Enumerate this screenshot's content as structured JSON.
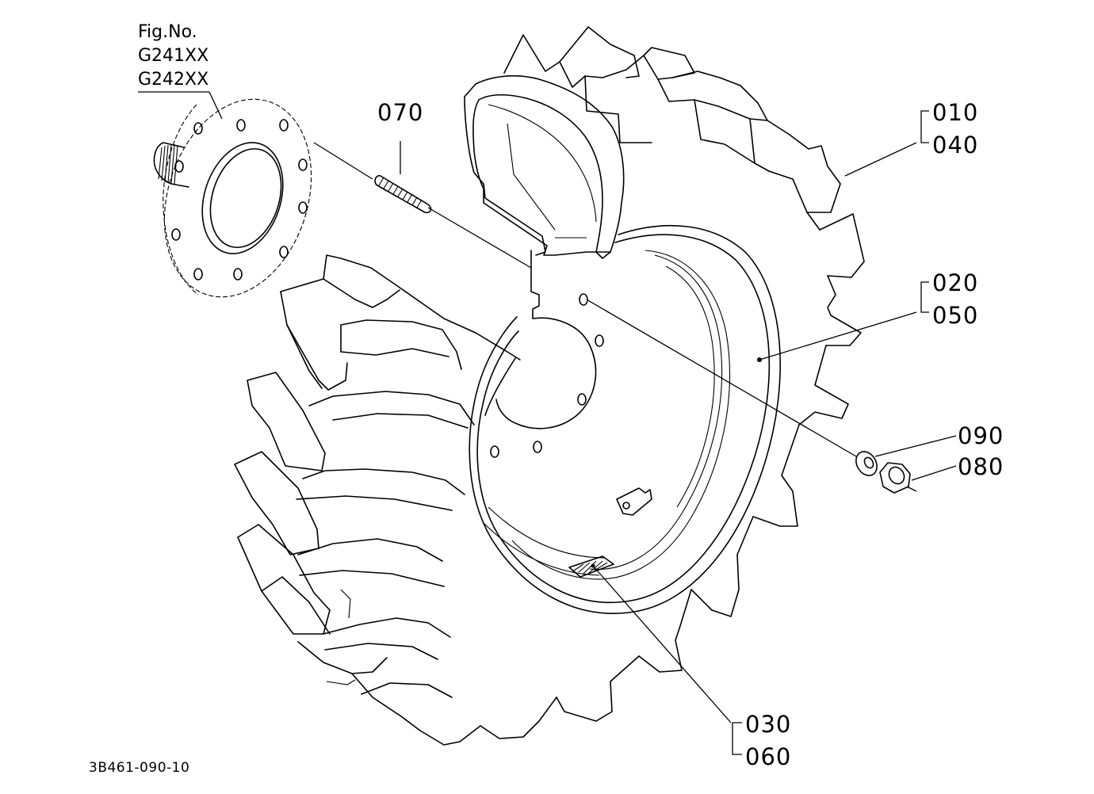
{
  "figure": {
    "fig_label": "Fig.No.",
    "fig_numbers": [
      "G241XX",
      "G242XX"
    ],
    "drawing_code": "3B461-090-10"
  },
  "callouts": {
    "c010": "010",
    "c040": "040",
    "c020": "020",
    "c050": "050",
    "c030": "030",
    "c060": "060",
    "c070": "070",
    "c080": "080",
    "c090": "090"
  },
  "colors": {
    "line": "#000000",
    "background": "#ffffff"
  },
  "icons": [
    "axle-hub-flange-icon",
    "wheel-stud-icon",
    "tire-icon",
    "rim-icon",
    "washer-icon",
    "hex-nut-icon",
    "valve-icon",
    "decal-icon"
  ]
}
